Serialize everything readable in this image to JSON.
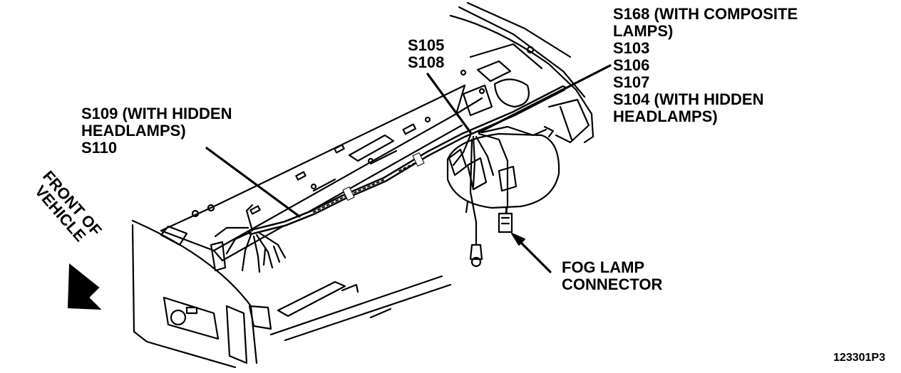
{
  "labels": {
    "s168_group": [
      "S168 (WITH COMPOSITE",
      "LAMPS)",
      "S103",
      "S106",
      "S107",
      "S104 (WITH HIDDEN",
      "HEADLAMPS)"
    ],
    "s105_group": [
      "S105",
      "S108"
    ],
    "s109_group": [
      "S109 (WITH HIDDEN",
      "HEADLAMPS)",
      "S110"
    ],
    "fog_lamp": [
      "FOG LAMP",
      "CONNECTOR"
    ],
    "front_of_vehicle": [
      "FRONT OF",
      "VEHICLE"
    ]
  },
  "figure_code": "123301P3",
  "colors": {
    "ink": "#000000",
    "paper": "#ffffff"
  },
  "icons": {
    "direction_arrow": "front-arrow-icon"
  }
}
